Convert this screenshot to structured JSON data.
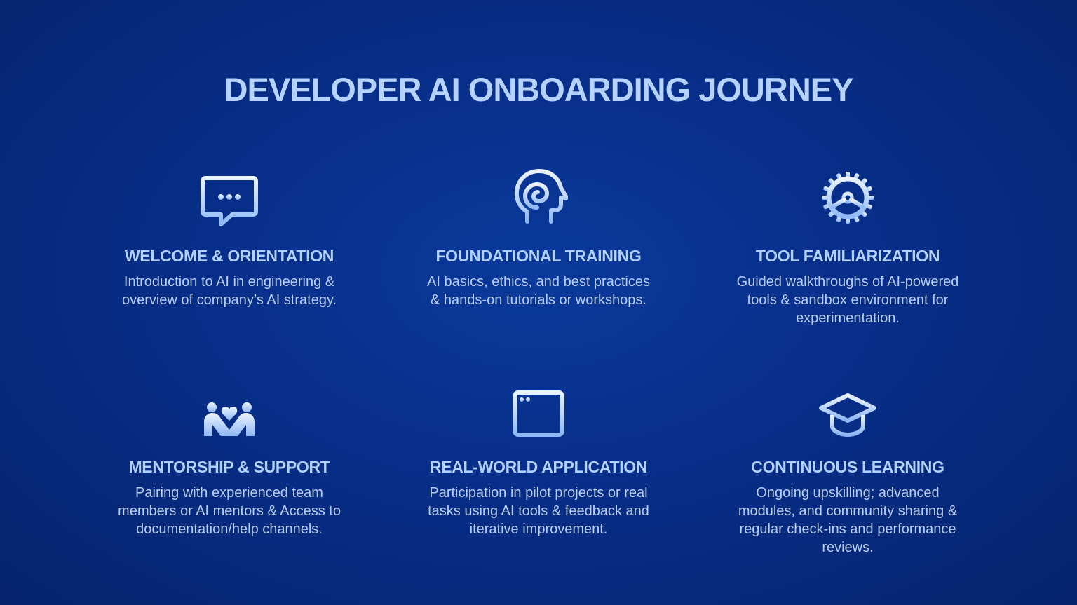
{
  "title": "DEVELOPER AI ONBOARDING JOURNEY",
  "colors": {
    "accent": "#b6d3ff",
    "background": "#072e88"
  },
  "cards": [
    {
      "icon": "chat-bubble-icon",
      "title": "WELCOME & ORIENTATION",
      "description": "Introduction to AI in engineering & overview of company’s AI strategy."
    },
    {
      "icon": "head-brain-icon",
      "title": "FOUNDATIONAL TRAINING",
      "description": "AI basics, ethics, and best practices & hands-on tutorials or workshops."
    },
    {
      "icon": "gear-icon",
      "title": "TOOL FAMILIARIZATION",
      "description": "Guided walkthroughs of AI-powered tools & sandbox environment for experimentation."
    },
    {
      "icon": "people-heart-icon",
      "title": "MENTORSHIP & SUPPORT",
      "description": "Pairing with experienced team members or AI mentors & Access to documentation/help channels."
    },
    {
      "icon": "browser-window-icon",
      "title": "REAL-WORLD APPLICATION",
      "description": "Participation in pilot projects or real tasks using AI tools & feedback and iterative improvement."
    },
    {
      "icon": "graduation-cap-icon",
      "title": "CONTINUOUS LEARNING",
      "description": "Ongoing upskilling; advanced modules, and community sharing & regular check-ins and performance reviews."
    }
  ]
}
